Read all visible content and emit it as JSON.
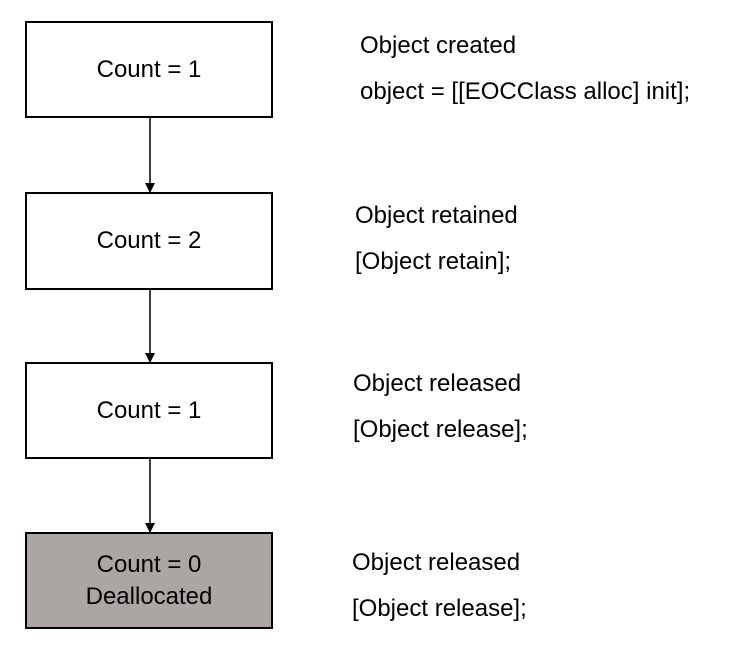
{
  "steps": [
    {
      "box_lines": [
        "Count = 1"
      ],
      "caption": "Object created",
      "code": "object = [[EOCClass alloc] init];",
      "deallocated": false
    },
    {
      "box_lines": [
        "Count = 2"
      ],
      "caption": "Object retained",
      "code": "[Object retain];",
      "deallocated": false
    },
    {
      "box_lines": [
        "Count = 1"
      ],
      "caption": "Object released",
      "code": "[Object release];",
      "deallocated": false
    },
    {
      "box_lines": [
        "Count = 0",
        "Deallocated"
      ],
      "caption": "Object released",
      "code": "[Object release];",
      "deallocated": true
    }
  ],
  "colors": {
    "box_fill": "#ffffff",
    "dealloc_fill": "#aba6a4",
    "stroke": "#000000"
  }
}
